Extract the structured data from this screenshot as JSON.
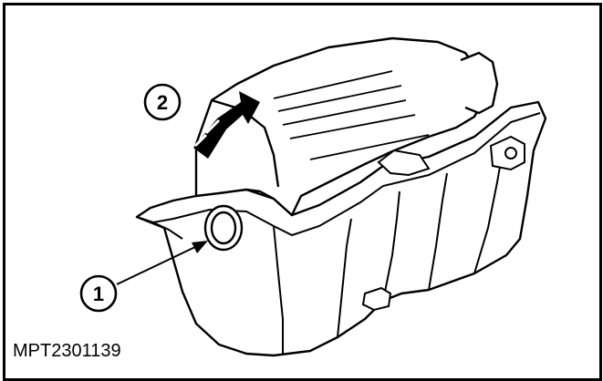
{
  "figure": {
    "callout_1": "1",
    "callout_2": "2",
    "code": "MPT2301139"
  },
  "colors": {
    "line": "#000000",
    "background": "#ffffff"
  },
  "icons": {
    "arrow_1": "pointer-arrow-icon",
    "arrow_2": "rotation-arrow-icon"
  }
}
